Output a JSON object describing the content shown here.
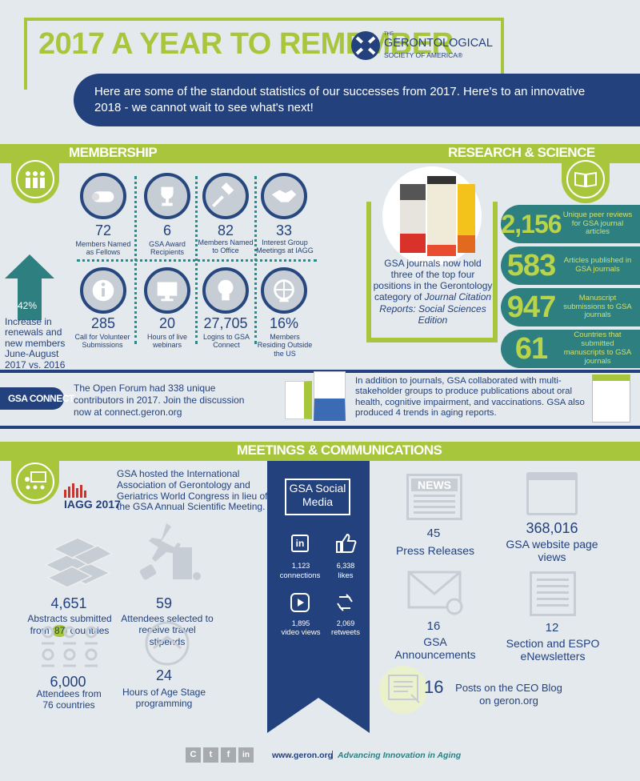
{
  "header": {
    "title": "2017 A YEAR TO REMEMBER",
    "logo_the": "THE",
    "logo_line1": "GERONTOLOGICAL",
    "logo_line2": "SOCIETY OF AMERICA®",
    "banner": "Here are some of the standout statistics of our successes from 2017. Here's to an innovative 2018 - we cannot wait to see what's next!"
  },
  "membership": {
    "heading": "MEMBERSHIP",
    "stats": [
      {
        "value": "72",
        "label": "Members Named as Fellows",
        "icon": "diploma-icon"
      },
      {
        "value": "6",
        "label": "GSA Award Recipients",
        "icon": "trophy-icon"
      },
      {
        "value": "82",
        "label": "Members Named to Office",
        "icon": "gavel-icon"
      },
      {
        "value": "33",
        "label": "Interest Group Meetings at IAGG",
        "icon": "handshake-icon"
      },
      {
        "value": "285",
        "label": "Call for Volunteer Submissions",
        "icon": "info-icon"
      },
      {
        "value": "20",
        "label": "Hours of live webinars",
        "icon": "monitor-icon"
      },
      {
        "value": "27,705",
        "label": "Logins to GSA Connect",
        "icon": "lightbulb-icon"
      },
      {
        "value": "16%",
        "label": "Members Residing Outside the US",
        "icon": "globe-icon"
      }
    ],
    "renewal_pct": "42%",
    "renewal_text": "Increase in renewals and new members June-August 2017 vs. 2016"
  },
  "research": {
    "heading": "RESEARCH & SCIENCE",
    "journals_text_1": "GSA journals now hold three of the top four positions in the Gerontology category of ",
    "journals_text_italic": "Journal Citation Reports: Social Sciences Edition",
    "stats": [
      {
        "value": "2,156",
        "label": "Unique peer reviews for GSA journal articles"
      },
      {
        "value": "583",
        "label": "Articles published in GSA journals"
      },
      {
        "value": "947",
        "label": "Manuscript submissions to GSA journals"
      },
      {
        "value": "61",
        "label": "Countries that submitted manuscripts to GSA journals"
      }
    ],
    "collab_text": "In addition to journals, GSA collaborated with multi-stakeholder groups to produce publications about oral health, cognitive impairment, and vaccinations. GSA also produced 4 trends in aging reports."
  },
  "connect": {
    "tag": "GSA CONNECT",
    "text": "The Open Forum had 338 unique contributors in 2017. Join the discussion now at connect.geron.org"
  },
  "meetings": {
    "heading": "MEETINGS & COMMUNICATIONS",
    "iagg_text": "GSA hosted the International Association of Gerontology and Geriatrics World Congress in lieu of the GSA Annual Scientific Meeting.",
    "iagg_logo": "IAGG 2017",
    "abstracts_value": "4,651",
    "abstracts_label_1": "Abstracts submitted",
    "abstracts_label_2": "from",
    "abstracts_countries": "87",
    "abstracts_label_3": "countries",
    "stipends_value": "59",
    "stipends_label": "Attendees selected to receive travel stipends",
    "attendees_value": "6,000",
    "attendees_label": "Attendees from 76 countries",
    "agestage_value": "24",
    "agestage_label": "Hours of Age Stage programming"
  },
  "social": {
    "title": "GSA Social Media",
    "items": [
      {
        "value": "1,123",
        "label": "connections",
        "icon": "linkedin-icon"
      },
      {
        "value": "6,338",
        "label": "likes",
        "icon": "thumbs-up-icon"
      },
      {
        "value": "1,895",
        "label": "video views",
        "icon": "play-icon"
      },
      {
        "value": "2,069",
        "label": "retweets",
        "icon": "retweet-icon"
      }
    ]
  },
  "comms": {
    "press_value": "45",
    "press_label": "Press Releases",
    "web_value": "368,016",
    "web_label": "GSA website page views",
    "announce_value": "16",
    "announce_label": "GSA Announcements",
    "newsletters_value": "12",
    "newsletters_label": "Section and ESPO eNewsletters",
    "blog_value": "16",
    "blog_label": "Posts on the CEO Blog on geron.org",
    "news_word": "NEWS"
  },
  "footer": {
    "social_icons": [
      "C",
      "t",
      "f",
      "in"
    ],
    "url": "www.geron.org",
    "sep": "|",
    "tagline": "Advancing Innovation in Aging"
  }
}
